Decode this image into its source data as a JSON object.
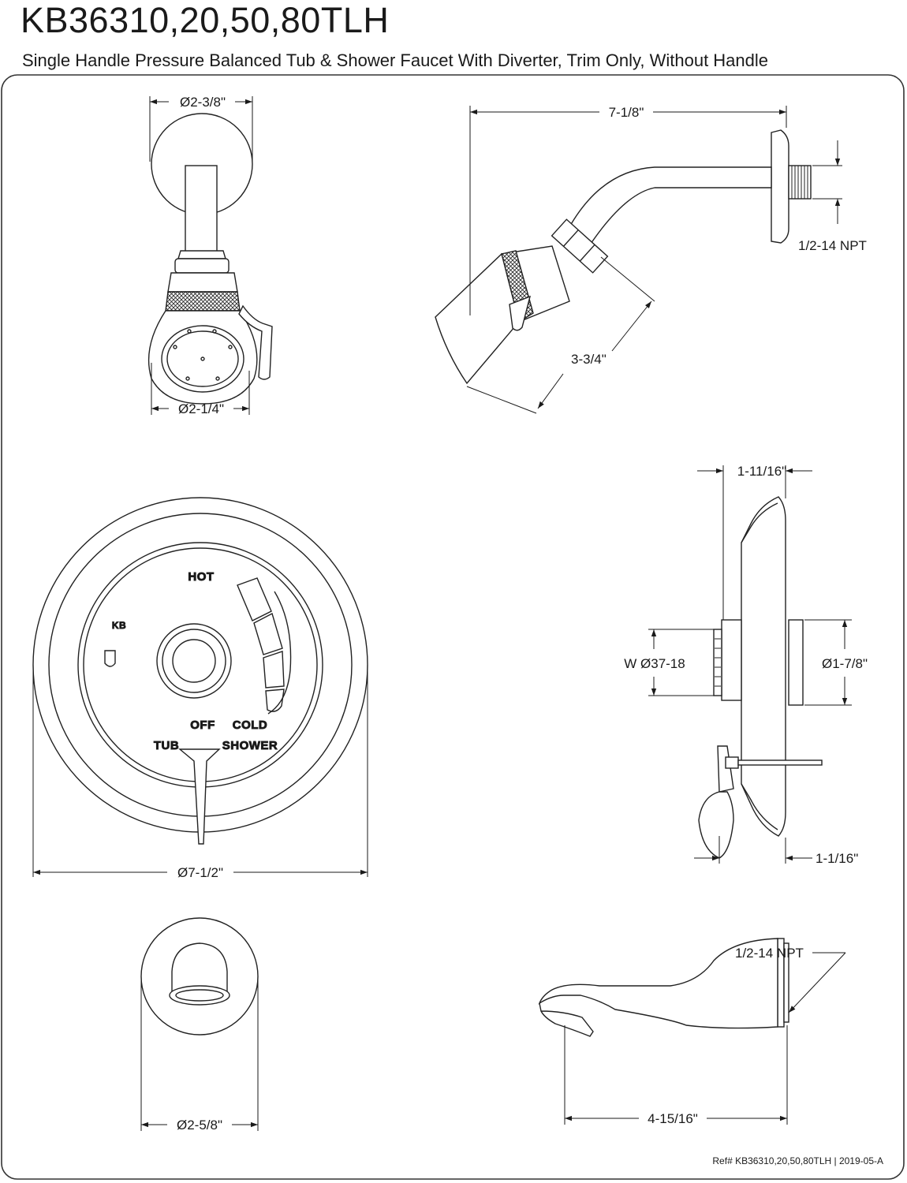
{
  "header": {
    "model": "KB36310,20,50,80TLH",
    "description": "Single Handle Pressure Balanced Tub & Shower Faucet With Diverter, Trim Only, Without Handle"
  },
  "shower_head_front": {
    "dim_top": "Ø2-3/8\"",
    "dim_bottom": "Ø2-1/4\""
  },
  "shower_head_side": {
    "dim_length": "7-1/8\"",
    "dim_thread": "1/2-14 NPT",
    "dim_head": "3-3/4\""
  },
  "valve_front": {
    "labels": {
      "hot": "HOT",
      "cold": "COLD",
      "off": "OFF",
      "tub": "TUB",
      "shower": "SHOWER",
      "brand": "KB"
    },
    "dim_diameter": "Ø7-1/2\""
  },
  "valve_side": {
    "dim_depth": "1-11/16\"",
    "dim_stem": "W Ø37-18",
    "dim_bore": "Ø1-7/8\"",
    "dim_lever": "1-1/16\""
  },
  "spout_front": {
    "dim_diameter": "Ø2-5/8\""
  },
  "spout_side": {
    "dim_thread": "1/2-14 NPT",
    "dim_length": "4-15/16\""
  },
  "footer": {
    "reference": "Ref# KB36310,20,50,80TLH | 2019-05-A"
  }
}
